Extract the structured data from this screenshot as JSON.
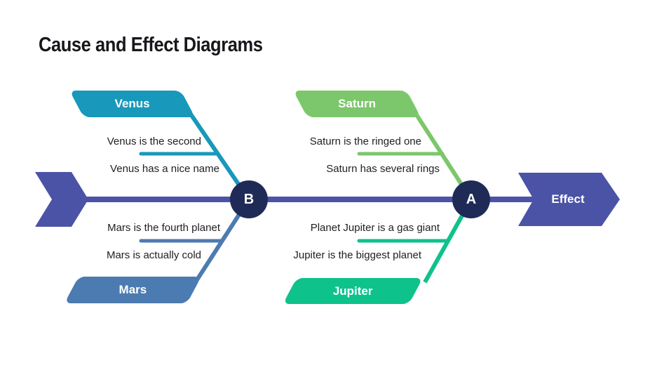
{
  "slide": {
    "title": "Cause and Effect Diagrams"
  },
  "diagram": {
    "type": "fishbone-cause-effect",
    "effect_label": "Effect",
    "nodes": [
      {
        "label": "B"
      },
      {
        "label": "A"
      }
    ],
    "branches": [
      {
        "name": "Venus",
        "position": "top-left",
        "color": "#1898bb",
        "causes": [
          "Venus is the second",
          "Venus has a nice name"
        ]
      },
      {
        "name": "Saturn",
        "position": "top-right",
        "color": "#7cc76b",
        "causes": [
          "Saturn is the ringed one",
          "Saturn has several rings"
        ]
      },
      {
        "name": "Mars",
        "position": "bottom-left",
        "color": "#4c7bb1",
        "causes": [
          "Mars is the fourth planet",
          "Mars is actually cold"
        ]
      },
      {
        "name": "Jupiter",
        "position": "bottom-right",
        "color": "#0ec28c",
        "causes": [
          "Planet Jupiter is a gas giant",
          "Jupiter is the biggest planet"
        ]
      }
    ],
    "colors": {
      "spine": "#4b53a6",
      "arrow": "#4b53a6",
      "node": "#202a57",
      "text": "#1f1f23"
    }
  }
}
